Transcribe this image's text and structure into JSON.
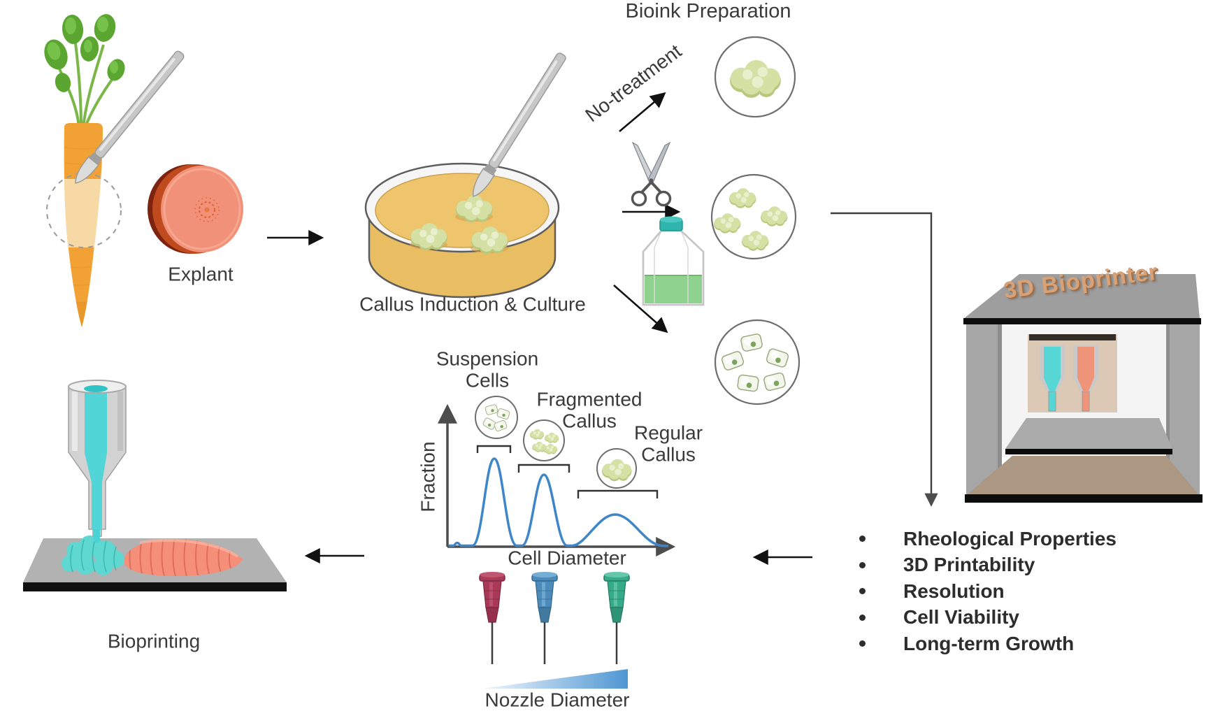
{
  "figure": {
    "type": "scientific workflow diagram",
    "topic": "Carrot plant-cell bioink preparation and 3D bioprinting workflow"
  },
  "stage_labels": {
    "explant": "Explant",
    "callus_induction": "Callus Induction & Culture",
    "bioink_title": "Bioink Preparation",
    "no_treatment": "No-treatment",
    "bioprinter_3d": "3D Bioprinter",
    "bioprinting": "Bioprinting"
  },
  "evaluation_bullets": {
    "items": [
      "Rheological Properties",
      "3D Printability",
      "Resolution",
      "Cell Viability",
      "Long-term Growth"
    ]
  },
  "chart_data": {
    "type": "line",
    "title": "",
    "xlabel": "Cell Diameter",
    "ylabel": "Fraction",
    "x_axis_ticks": [],
    "y_axis_ticks": [],
    "grid": false,
    "legend": false,
    "curve_color": "#3e86c8",
    "annotations": [
      "Suspension Cells",
      "Fragmented Callus",
      "Regular Callus"
    ],
    "series": [
      {
        "name": "Suspension Cells",
        "peak_center_rel": 0.21,
        "peak_height_rel": 1.0,
        "peak_width_rel": 0.1
      },
      {
        "name": "Fragmented Callus",
        "peak_center_rel": 0.43,
        "peak_height_rel": 0.82,
        "peak_width_rel": 0.12
      },
      {
        "name": "Regular Callus",
        "peak_center_rel": 0.74,
        "peak_height_rel": 0.37,
        "peak_width_rel": 0.22
      }
    ],
    "x_annotation": {
      "label": "Nozzle Diameter",
      "meaning": "wedge indicates nozzle diameter increasing left to right; needles shown small (red), medium (blue), large (green)"
    }
  },
  "colors": {
    "curve_blue": "#3e86c8",
    "agar_amber": "#eec46d",
    "callus_green": "#d4e0a4",
    "flask_liquid_green": "#8ed28e",
    "flask_cap_teal": "#2fb5ae",
    "bioink_cyan": "#52d5d6",
    "bioink_salmon": "#ef9379",
    "needle_red": "#a83a58",
    "needle_blue": "#4d8cba",
    "needle_green": "#36ab89",
    "printer_gray": "#9e9e9e",
    "printer_text_tan": "#d7a278",
    "carrot_orange": "#f2a235",
    "printed_carrot_salmon": "#f58f79"
  }
}
